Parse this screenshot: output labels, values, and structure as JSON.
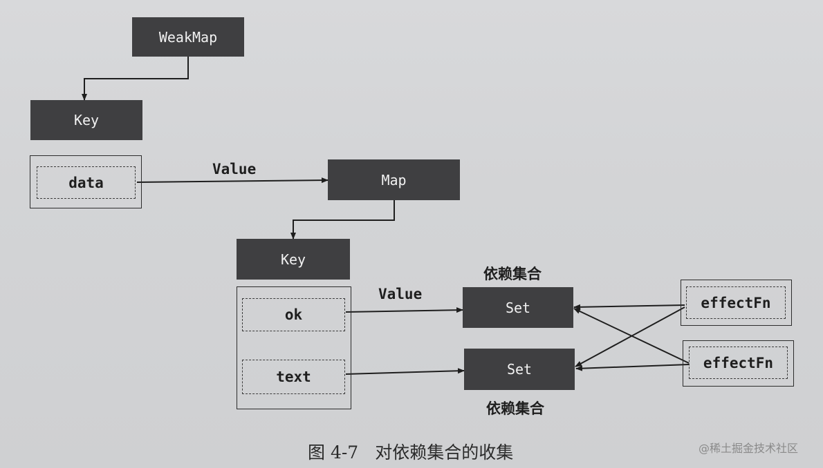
{
  "figure": {
    "weakmap_label": "WeakMap",
    "outer_key_label": "Key",
    "data_label": "data",
    "outer_value_label": "Value",
    "map_label": "Map",
    "inner_key_label": "Key",
    "ok_label": "ok",
    "text_label": "text",
    "inner_value_label": "Value",
    "dep_set_top_label": "依赖集合",
    "dep_set_bottom_label": "依赖集合",
    "set_top_label": "Set",
    "set_bottom_label": "Set",
    "effect_top_label": "effectFn",
    "effect_bottom_label": "effectFn"
  },
  "caption": {
    "number": "图 4-7",
    "title": "对依赖集合的收集"
  },
  "watermark": "@稀土掘金技术社区"
}
